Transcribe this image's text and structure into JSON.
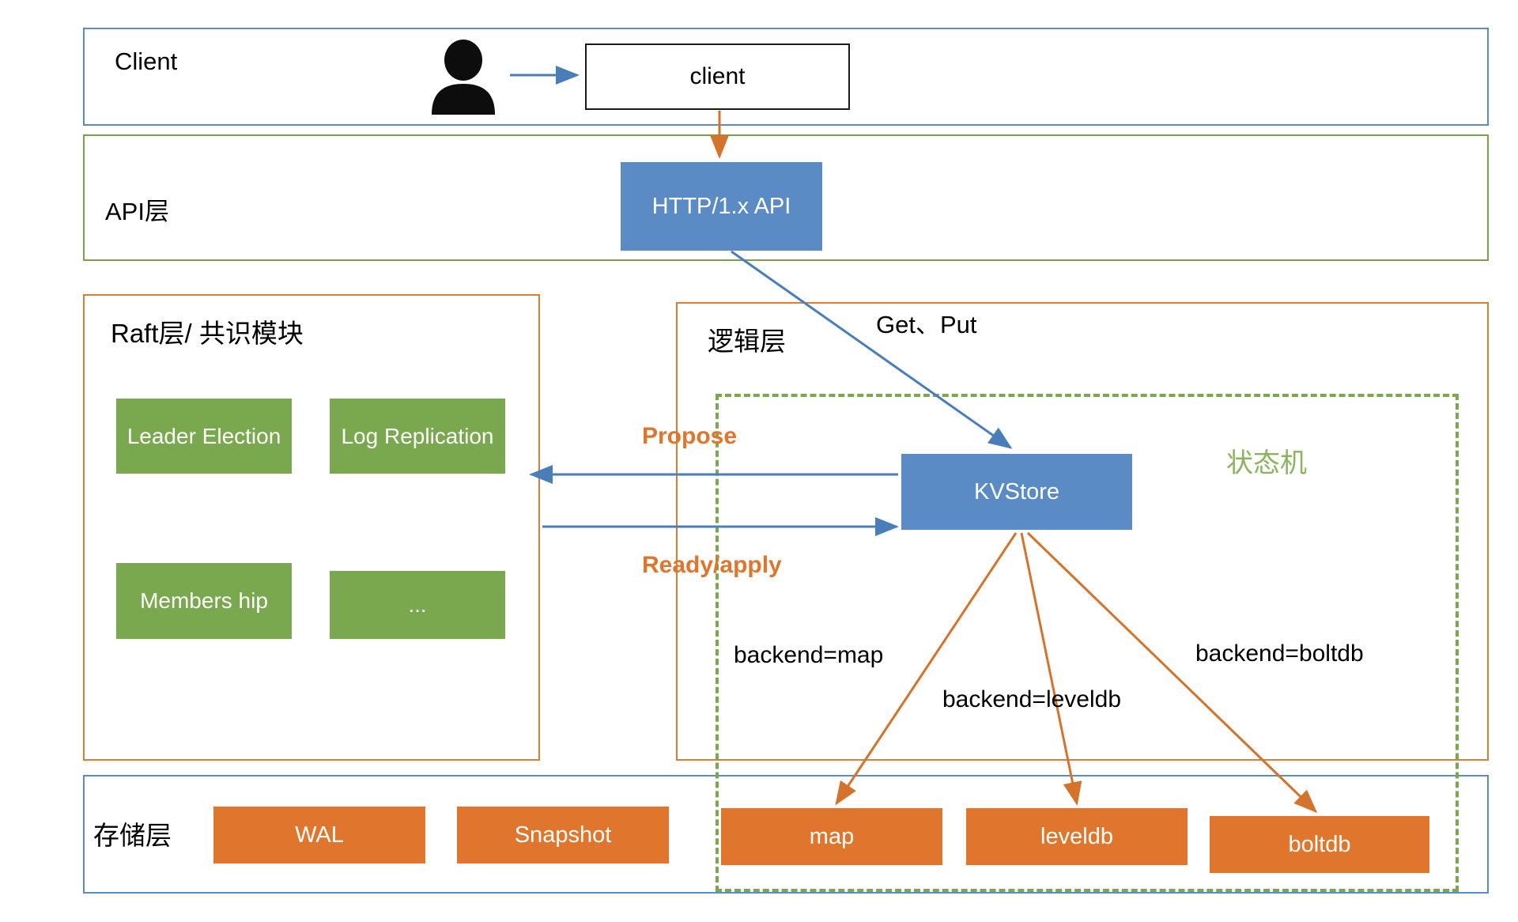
{
  "diagram": {
    "title": "KV Store Layered Architecture",
    "colors": {
      "blue": "#5b8bc4",
      "green": "#7aa84f",
      "orange": "#e0762d",
      "state_machine_green": "#8cb45e",
      "frame_blue": "#5b8bc4",
      "frame_green": "#7aa24a",
      "frame_orange": "#da7c35"
    }
  },
  "layers": {
    "client": {
      "label": "Client"
    },
    "api": {
      "label": "API层"
    },
    "raft": {
      "label": "Raft层/ 共识模块"
    },
    "logic": {
      "label": "逻辑层"
    },
    "storage": {
      "label": "存储层"
    }
  },
  "nodes": {
    "client_box": {
      "label": "client"
    },
    "http_api": {
      "label": "HTTP/1.x API"
    },
    "kvstore": {
      "label": "KVStore"
    },
    "leader_election": {
      "label": "Leader Election"
    },
    "log_replication": {
      "label": "Log Replication"
    },
    "membership": {
      "label": "Members hip"
    },
    "etc": {
      "label": "..."
    },
    "wal": {
      "label": "WAL"
    },
    "snapshot": {
      "label": "Snapshot"
    },
    "map": {
      "label": "map"
    },
    "leveldb": {
      "label": "leveldb"
    },
    "boltdb": {
      "label": "boltdb"
    }
  },
  "annotations": {
    "state_machine": {
      "label": "状态机"
    },
    "get_put": {
      "label": "Get、Put"
    },
    "propose": {
      "label": "Propose"
    },
    "ready_apply": {
      "label": "Ready/apply"
    },
    "backend_map": {
      "label": "backend=map"
    },
    "backend_leveldb": {
      "label": "backend=leveldb"
    },
    "backend_boltdb": {
      "label": "backend=boltdb"
    }
  },
  "icons": {
    "person": "user-icon"
  }
}
